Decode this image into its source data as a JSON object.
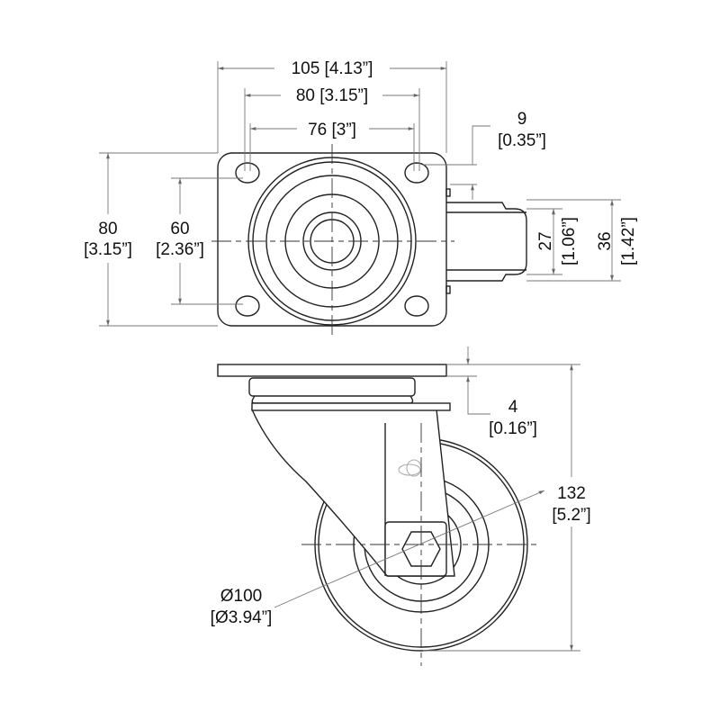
{
  "title": "Swivel caster dimension drawing",
  "dimensions": {
    "plate_width": {
      "mm": "105",
      "in": "[4.13”]"
    },
    "hole_spacing_x": {
      "mm": "80",
      "in": "[3.15”]"
    },
    "hole_spacing_x_alt": {
      "mm": "76",
      "in": "[3”]"
    },
    "plate_length": {
      "mm": "80",
      "in": "[3.15”]"
    },
    "hole_spacing_y": {
      "mm": "60",
      "in": "[2.36”]"
    },
    "offset": {
      "mm": "9",
      "in": "[0.35”]"
    },
    "wheel_width": {
      "mm": "27",
      "in": "[1.06”]"
    },
    "fork_width": {
      "mm": "36",
      "in": "[1.42”]"
    },
    "plate_thickness": {
      "mm": "4",
      "in": "[0.16”]"
    },
    "overall_height": {
      "mm": "132",
      "in": "[5.2”]"
    },
    "wheel_diameter": {
      "mm": "Ø100",
      "in": "[Ø3.94”]"
    }
  }
}
